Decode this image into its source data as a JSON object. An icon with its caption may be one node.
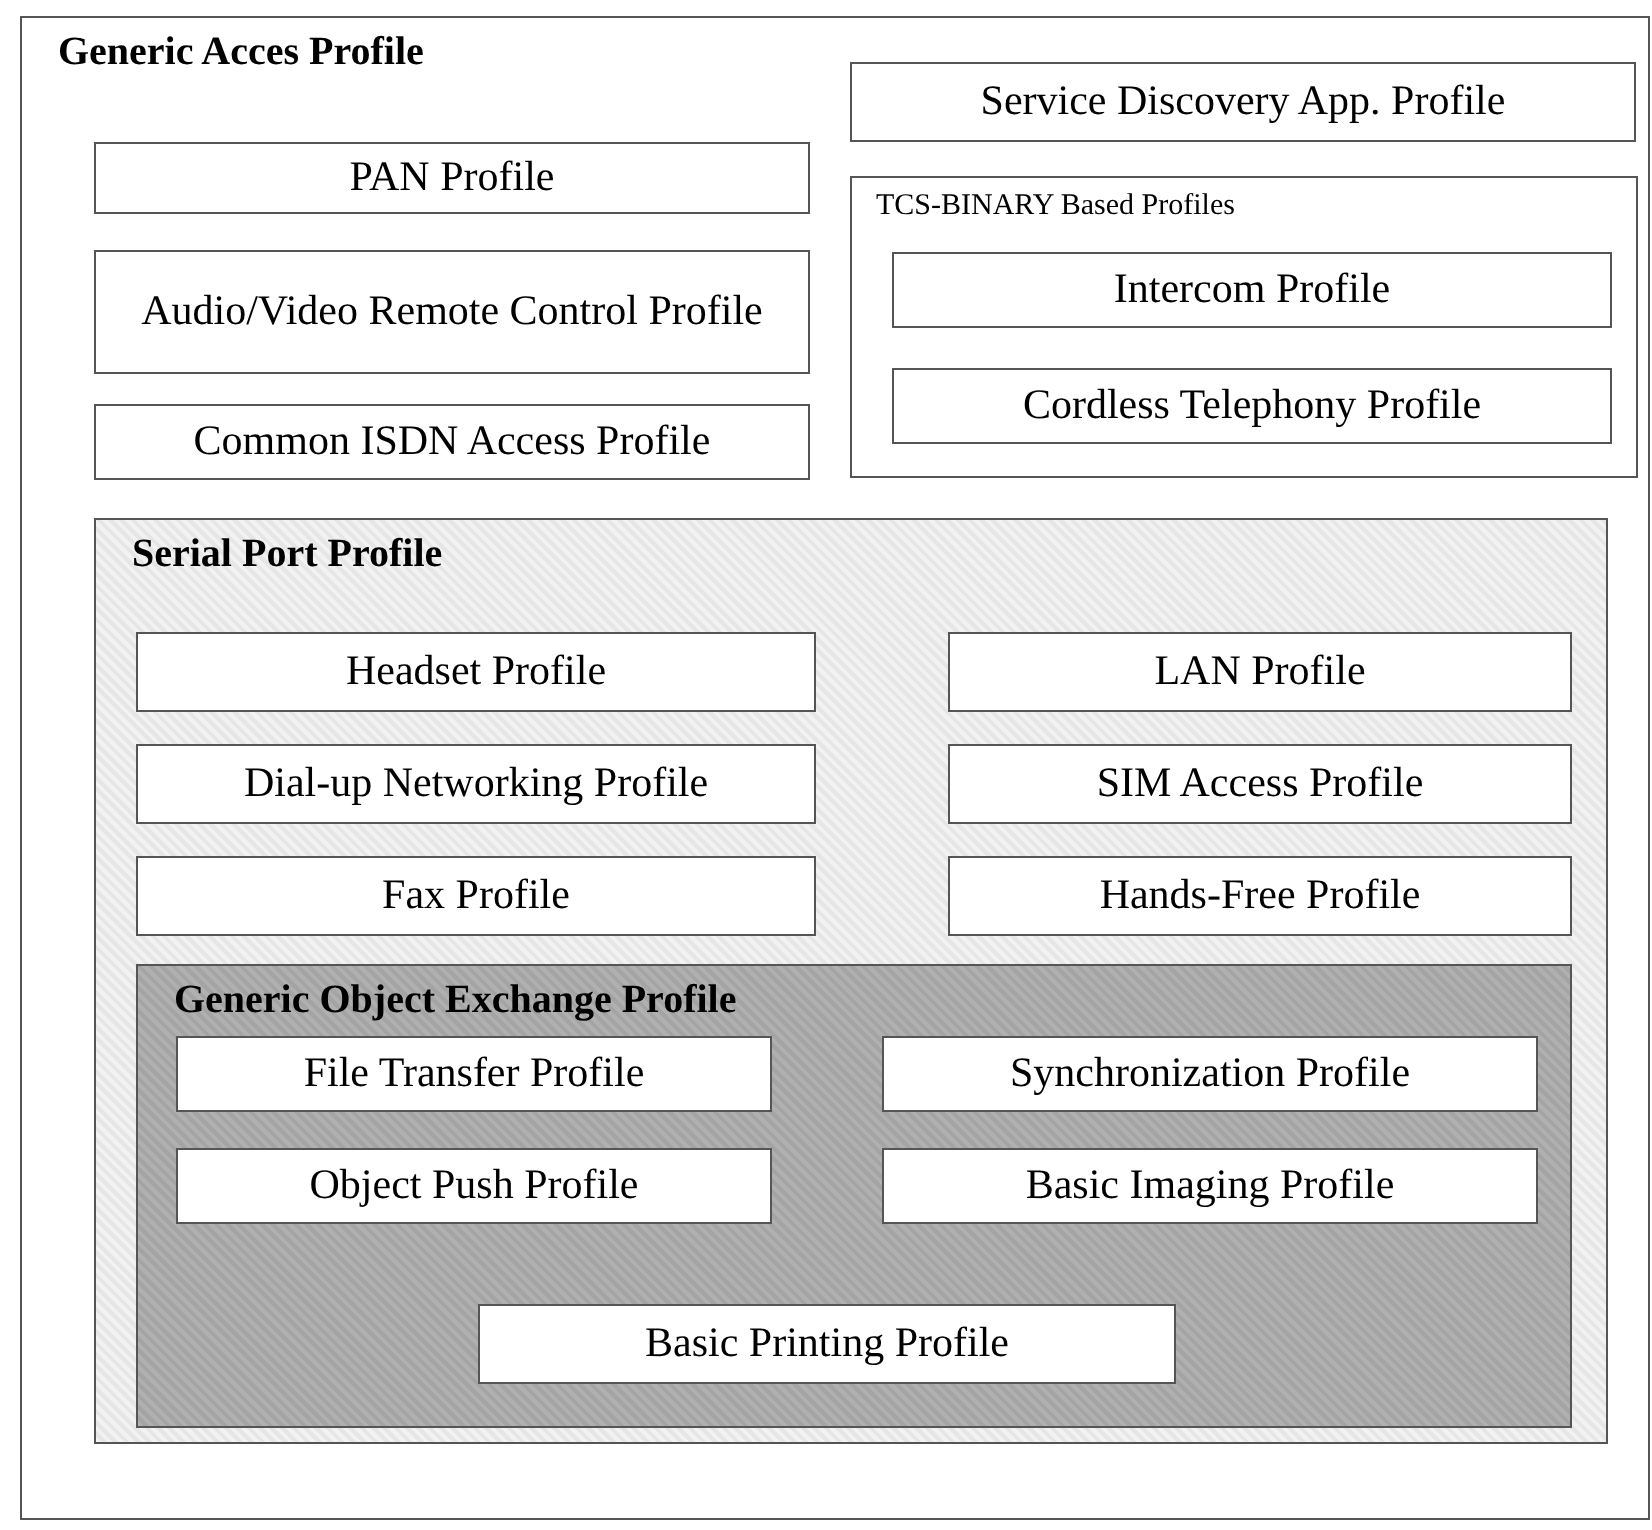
{
  "diagram": {
    "nodes": [
      {
        "text": [
          "Generic Acces Profile"
        ]
      },
      {
        "text": [
          "Service Discovery App. Profile"
        ],
        "in": 0
      },
      {
        "text": [
          "PAN Profile"
        ],
        "in": 0
      },
      {
        "text": [
          "TCS-BINARY Based Profiles"
        ],
        "in": 0
      },
      {
        "text": [
          "Audio/Video Remote Control Profile"
        ],
        "in": 0
      },
      {
        "text": [
          "Intercom Profile"
        ],
        "in": 3
      },
      {
        "text": [
          "Cordless Telephony Profile"
        ],
        "in": 3
      },
      {
        "text": [
          "Common ISDN Access Profile"
        ],
        "in": 0
      },
      {
        "text": [
          "Serial Port Profile"
        ],
        "in": 0
      },
      {
        "text": [
          "Headset Profile"
        ],
        "in": 8
      },
      {
        "text": [
          "LAN Profile"
        ],
        "in": 8
      },
      {
        "text": [
          "Dial-up Networking Profile"
        ],
        "in": 8
      },
      {
        "text": [
          "SIM Access Profile"
        ],
        "in": 8
      },
      {
        "text": [
          "Fax Profile"
        ],
        "in": 8
      },
      {
        "text": [
          "Hands-Free Profile"
        ],
        "in": 8
      },
      {
        "text": [
          "Generic Object Exchange Profile"
        ],
        "in": 8
      },
      {
        "text": [
          "File Transfer Profile"
        ],
        "in": 15
      },
      {
        "text": [
          "Synchronization Profile"
        ],
        "in": 15
      },
      {
        "text": [
          "Object Push Profile"
        ],
        "in": 15
      },
      {
        "text": [
          "Basic Imaging Profile"
        ],
        "in": 15
      },
      {
        "text": [
          "Basic Printing Profile"
        ],
        "in": 15
      }
    ]
  }
}
